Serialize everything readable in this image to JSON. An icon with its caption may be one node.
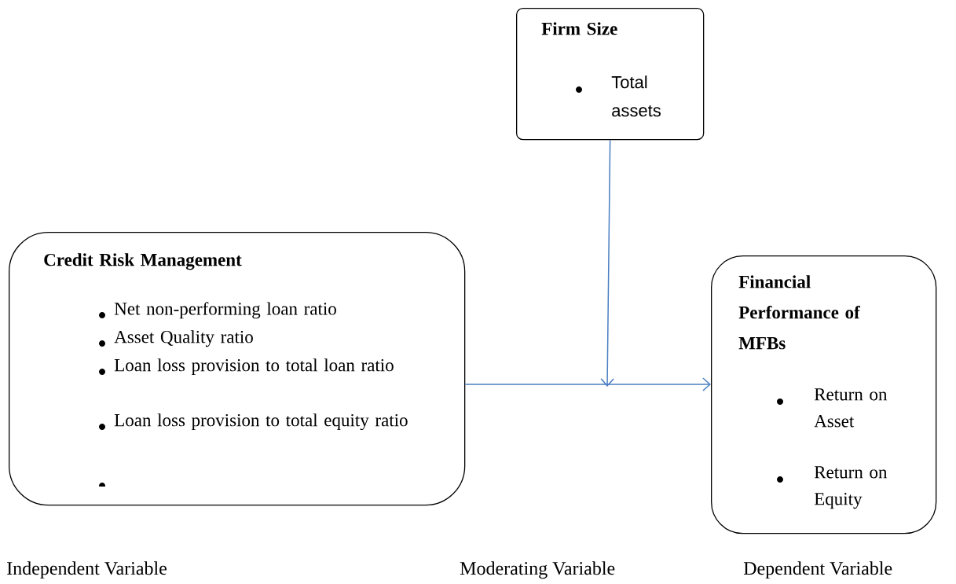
{
  "diagram": {
    "nodes": [
      {
        "text": [
          "Firm Size",
          "Total assets"
        ]
      },
      {
        "text": [
          "Credit Risk Management",
          "Net non-performing loan ratio",
          "Asset Quality ratio",
          "Loan loss provision to total loan ratio",
          "Loan loss provision to total equity ratio"
        ]
      },
      {
        "text": [
          "Financial Performance of MFBs",
          "Return on Asset",
          "Return on Equity"
        ]
      }
    ],
    "edges": [
      {
        "from": 1,
        "to": 2,
        "arrow": "to"
      },
      {
        "from": 0,
        "to": null,
        "arrow": "to"
      }
    ],
    "labels": [
      "Independent Variable",
      "Moderating Variable",
      "Dependent Variable"
    ]
  }
}
